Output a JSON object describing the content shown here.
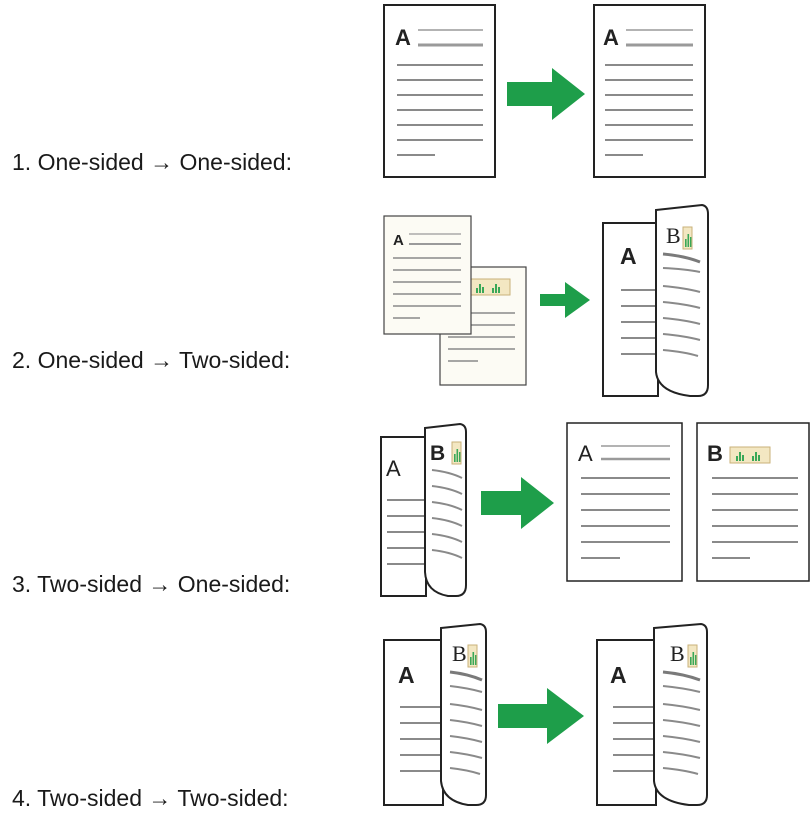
{
  "rows": [
    {
      "label": "1. One-sided → One-sided:"
    },
    {
      "label": "2. One-sided → Two-sided:"
    },
    {
      "label": "3. Two-sided → One-sided:"
    },
    {
      "label": "4. Two-sided → Two-sided:"
    }
  ],
  "page_letters": {
    "front": "A",
    "back": "B"
  },
  "colors": {
    "arrow": "#1e9e4a",
    "page_line": "#8a8a8a",
    "header_line": "#a0a0a0",
    "page_border": "#222222",
    "chart_icon_bg": "#f3e7c2",
    "chart_icon_bars": "#3aa858"
  }
}
